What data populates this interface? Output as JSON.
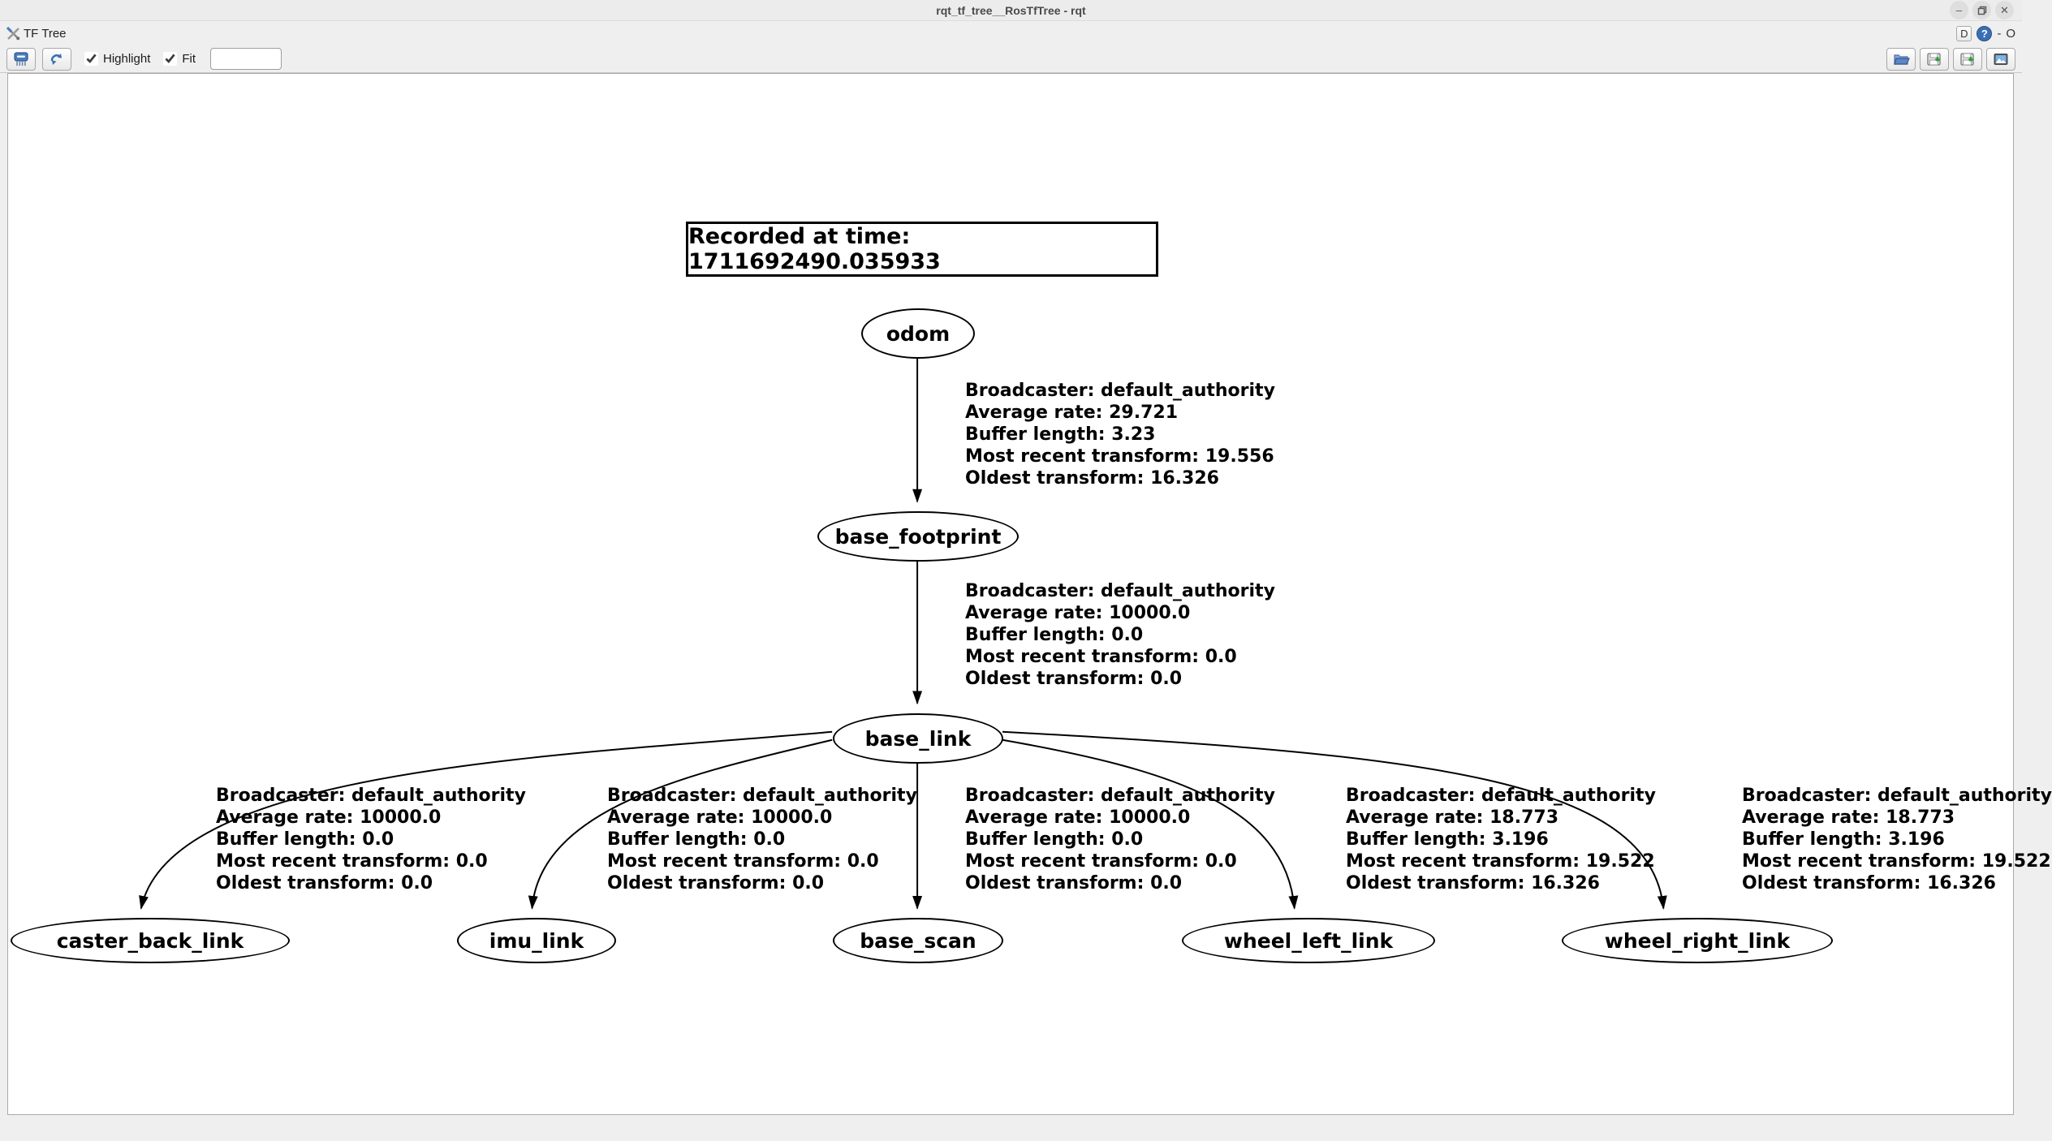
{
  "window": {
    "title": "rqt_tf_tree__RosTfTree - rqt",
    "controls": {
      "minimize": "–",
      "close": "✕"
    }
  },
  "dock": {
    "title": "TF Tree",
    "controls": {
      "d_label": "D",
      "help_label": "?",
      "minimize": "-",
      "float": "O"
    }
  },
  "toolbar": {
    "highlight_label": "Highlight",
    "highlight_checked": true,
    "fit_label": "Fit",
    "fit_checked": true,
    "filter_value": ""
  },
  "colors": {
    "window_bg": "#efefef",
    "canvas_bg": "#ffffff",
    "graph_ink": "#000000",
    "help_icon": "#3c6eb4",
    "refresh_icon": "#3b6fb5"
  },
  "graph": {
    "recorded_label": "Recorded at time: 1711692490.035933",
    "nodes": [
      {
        "label": "odom"
      },
      {
        "label": "base_footprint"
      },
      {
        "label": "base_link"
      },
      {
        "label": "caster_back_link"
      },
      {
        "label": "imu_link"
      },
      {
        "label": "base_scan"
      },
      {
        "label": "wheel_left_link"
      },
      {
        "label": "wheel_right_link"
      }
    ],
    "edges": [
      {
        "from": "odom",
        "to": "base_footprint",
        "lines": [
          "Broadcaster: default_authority",
          "Average rate: 29.721",
          "Buffer length: 3.23",
          "Most recent transform: 19.556",
          "Oldest transform: 16.326"
        ]
      },
      {
        "from": "base_footprint",
        "to": "base_link",
        "lines": [
          "Broadcaster: default_authority",
          "Average rate: 10000.0",
          "Buffer length: 0.0",
          "Most recent transform: 0.0",
          "Oldest transform: 0.0"
        ]
      },
      {
        "from": "base_link",
        "to": "caster_back_link",
        "lines": [
          "Broadcaster: default_authority",
          "Average rate: 10000.0",
          "Buffer length: 0.0",
          "Most recent transform: 0.0",
          "Oldest transform: 0.0"
        ]
      },
      {
        "from": "base_link",
        "to": "imu_link",
        "lines": [
          "Broadcaster: default_authority",
          "Average rate: 10000.0",
          "Buffer length: 0.0",
          "Most recent transform: 0.0",
          "Oldest transform: 0.0"
        ]
      },
      {
        "from": "base_link",
        "to": "base_scan",
        "lines": [
          "Broadcaster: default_authority",
          "Average rate: 10000.0",
          "Buffer length: 0.0",
          "Most recent transform: 0.0",
          "Oldest transform: 0.0"
        ]
      },
      {
        "from": "base_link",
        "to": "wheel_left_link",
        "lines": [
          "Broadcaster: default_authority",
          "Average rate: 18.773",
          "Buffer length: 3.196",
          "Most recent transform: 19.522",
          "Oldest transform: 16.326"
        ]
      },
      {
        "from": "base_link",
        "to": "wheel_right_link",
        "lines": [
          "Broadcaster: default_authority",
          "Average rate: 18.773",
          "Buffer length: 3.196",
          "Most recent transform: 19.522",
          "Oldest transform: 16.326"
        ]
      }
    ]
  }
}
